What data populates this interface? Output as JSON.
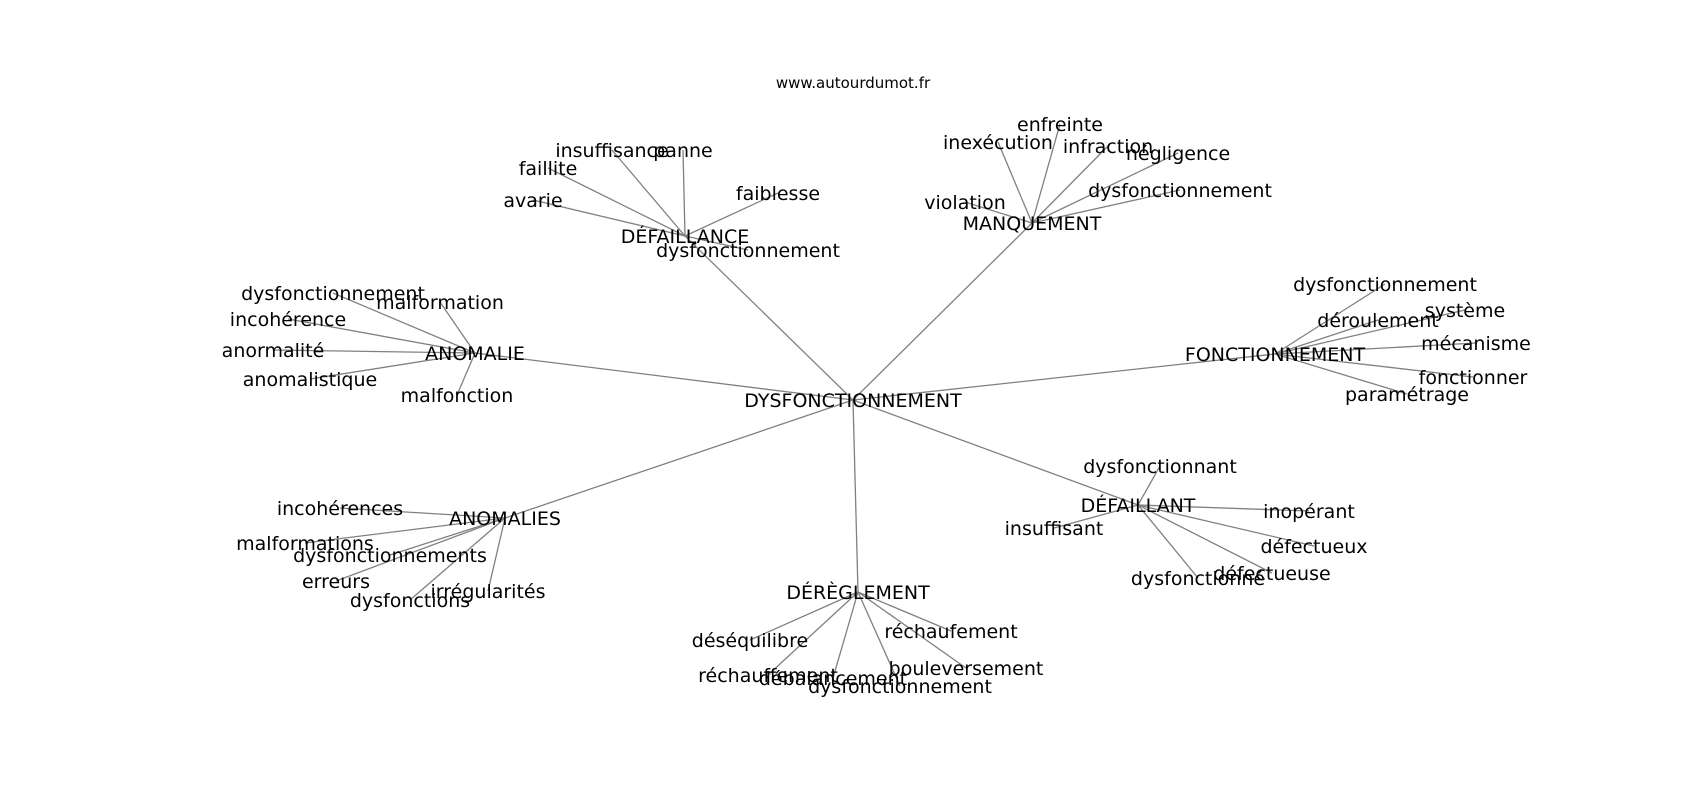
{
  "source": "www.autourdumot.fr",
  "graph": {
    "center": "DYSFONCTIONNEMENT",
    "groups": [
      {
        "id": "defaillance",
        "label": "DÉFAILLANCE",
        "leaves": [
          "insuffisance",
          "panne",
          "faillite",
          "avarie",
          "faiblesse",
          "dysfonctionnement"
        ]
      },
      {
        "id": "manquement",
        "label": "MANQUEMENT",
        "leaves": [
          "enfreinte",
          "inexécution",
          "infraction",
          "négligence",
          "violation",
          "dysfonctionnement"
        ]
      },
      {
        "id": "anomalie",
        "label": "ANOMALIE",
        "leaves": [
          "dysfonctionnement",
          "malformation",
          "incohérence",
          "anormalité",
          "anomalistique",
          "malfonction"
        ]
      },
      {
        "id": "fonctionnement",
        "label": "FONCTIONNEMENT",
        "leaves": [
          "dysfonctionnement",
          "déroulement",
          "système",
          "mécanisme",
          "fonctionner",
          "paramétrage"
        ]
      },
      {
        "id": "anomalies",
        "label": "ANOMALIES",
        "leaves": [
          "incohérences",
          "malformations",
          "dysfonctionnements",
          "erreurs",
          "dysfonctions",
          "irrégularités"
        ]
      },
      {
        "id": "defaillant",
        "label": "DÉFAILLANT",
        "leaves": [
          "dysfonctionnant",
          "inopérant",
          "insuffisant",
          "défectueux",
          "défectueuse",
          "dysfonctionné"
        ]
      },
      {
        "id": "dereglement",
        "label": "DÉRÈGLEMENT",
        "leaves": [
          "réchaufement",
          "déséquilibre",
          "réchauffement",
          "débalancement",
          "bouleversement",
          "dysfonctionnement"
        ]
      }
    ]
  }
}
